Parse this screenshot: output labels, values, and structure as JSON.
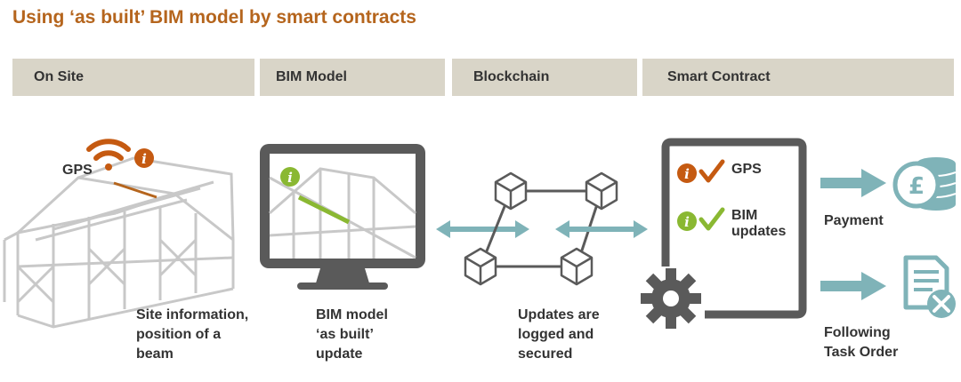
{
  "title": "Using ‘as built’ BIM model by smart contracts",
  "headers": [
    "On Site",
    "BIM Model",
    "Blockchain",
    "Smart Contract"
  ],
  "captions": {
    "site": "Site information,\nposition of a\nbeam",
    "bim": "BIM model\n‘as built’\nupdate",
    "blockchain": "Updates are\nlogged and\nsecured",
    "payment": "Payment",
    "task": "Following\nTask Order"
  },
  "gps_label": "GPS",
  "smart_contract": {
    "gps": "GPS",
    "bim": "BIM\nupdates"
  },
  "colors": {
    "accent": "#b5651d",
    "orange": "#c55a11",
    "green": "#8ab832",
    "teal": "#7fb3b8",
    "dark": "#5a5a5a",
    "header_bg": "#d9d5c8"
  }
}
